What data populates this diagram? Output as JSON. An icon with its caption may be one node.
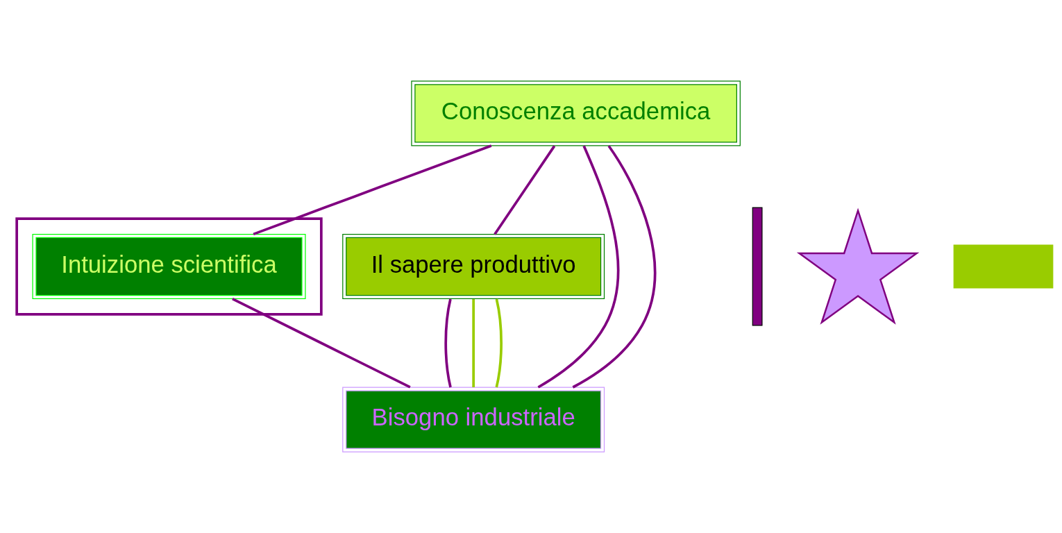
{
  "diagram": {
    "nodes": [
      {
        "text": [
          "Conoscenza accademica"
        ]
      },
      {
        "text": [],
        "shape": "box"
      },
      {
        "text": [
          "Intuizione scientifica"
        ],
        "in": 1
      },
      {
        "text": [],
        "shape": "box"
      },
      {
        "text": [],
        "shape": "arrow"
      },
      {
        "text": [
          "Il sapere produttivo"
        ]
      },
      {
        "text": [],
        "shape": "bar"
      },
      {
        "text": [
          "Bisogno industriale"
        ]
      }
    ],
    "edges": [
      {
        "from": 0,
        "to": 7,
        "arrow": "none"
      },
      {
        "from": 0,
        "to": 7,
        "arrow": "none"
      },
      {
        "from": 0,
        "to": 2,
        "arrow": "none"
      },
      {
        "from": 0,
        "to": 5,
        "arrow": "none"
      },
      {
        "from": 2,
        "to": 7,
        "arrow": "none"
      },
      {
        "from": 5,
        "to": 7,
        "arrow": "none"
      },
      {
        "from": 5,
        "to": 7,
        "arrow": "none",
        "color": "#99cc00"
      },
      {
        "from": 5,
        "to": 7,
        "arrow": "none",
        "color": "#99cc00"
      }
    ]
  }
}
